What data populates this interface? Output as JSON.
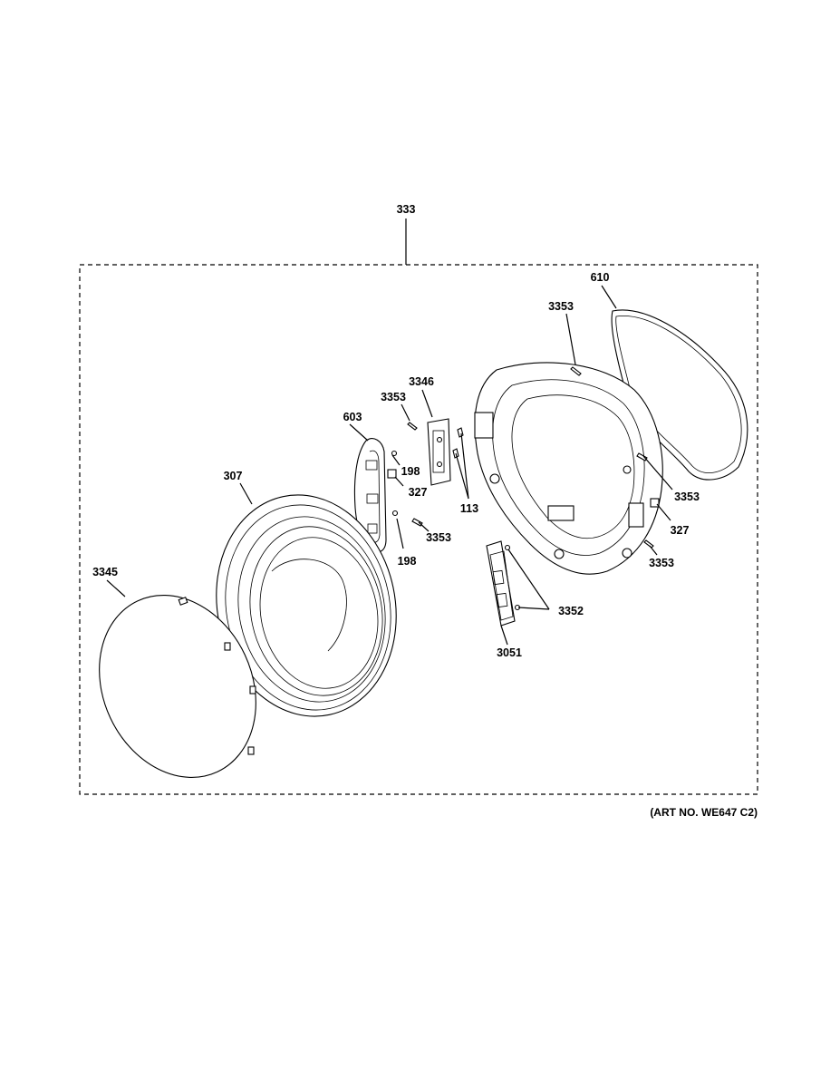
{
  "diagram": {
    "assembly_label": "333",
    "art_number": "(ART NO. WE647 C2)",
    "callouts": {
      "c610": "610",
      "c3353_top": "3353",
      "c3346": "3346",
      "c3353_left": "3353",
      "c603": "603",
      "c198_top": "198",
      "c327_left": "327",
      "c307": "307",
      "c113": "113",
      "c3353_mid": "3353",
      "c198_bottom": "198",
      "c3345": "3345",
      "c3353_right": "3353",
      "c327_right": "327",
      "c3353_bottom_right": "3353",
      "c3352": "3352",
      "c3051": "3051"
    },
    "parts": [
      "gasket-610",
      "door-frame",
      "hinge-3346",
      "hinge-603",
      "door-ring-307",
      "outer-door-3345",
      "latch-3051"
    ],
    "colors": {
      "line": "#000000",
      "background": "#ffffff"
    }
  }
}
